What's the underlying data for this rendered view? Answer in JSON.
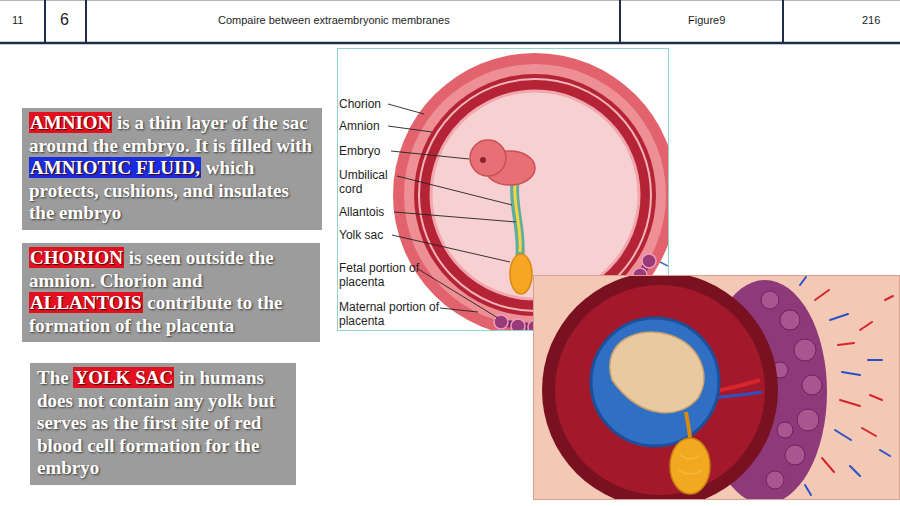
{
  "diagram": {
    "title": "Compaire between extraembryonic membranes",
    "nodes": [
      {
        "text": [
          "AMNION is a thin layer of the sac around the embryo. It is filled with AMNIOTIC FLUID, which protects, cushions, and insulates the embryo"
        ]
      },
      {
        "text": [
          "CHORION is seen outside the amnion. Chorion and ALLANTOIS contribute to the formation of the placenta"
        ]
      },
      {
        "text": [
          "The YOLK SAC in humans does not contain any yolk but serves as the first site of red blood cell formation for the embryo"
        ]
      }
    ],
    "labels": [
      "11",
      "6",
      "Figure9",
      "216",
      "Chorion",
      "Amnion",
      "Embryo",
      "Umbilical cord",
      "Allantois",
      "Yolk sac",
      "Fetal portion of placenta",
      "Maternal portion of placenta"
    ]
  }
}
